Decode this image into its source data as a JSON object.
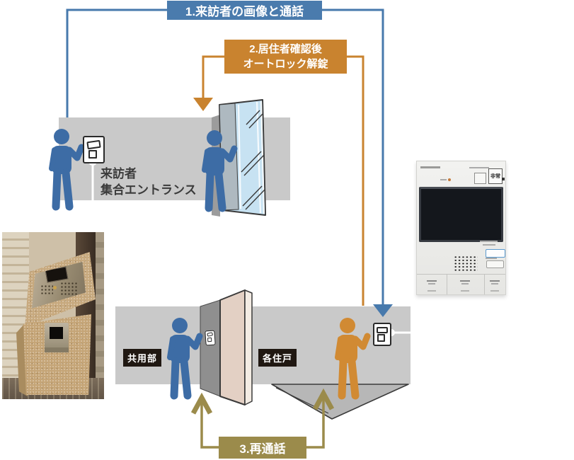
{
  "steps": {
    "step1": {
      "label": "1.来訪者の画像と通話",
      "color": "#4A7BAD"
    },
    "step2": {
      "line1": "2.居住者確認後",
      "line2": "オートロック解錠",
      "color": "#C9832F"
    },
    "step3": {
      "label": "3.再通話",
      "color": "#9B8B4B"
    }
  },
  "top_scene": {
    "caption_line1": "来訪者",
    "caption_line2": "集合エントランス"
  },
  "bottom_scene": {
    "left_tag": "共用部",
    "right_tag": "各住戸"
  },
  "monitor": {
    "emergency_button": "非常"
  },
  "colors": {
    "step1_blue": "#4A7BAD",
    "step2_orange": "#C9832F",
    "step3_olive": "#9B8B4B",
    "visitor_figure_blue": "#3D6CA5",
    "resident_figure_orange": "#D18A33",
    "wall_gray": "#C9C9C9",
    "glass_blue": "#C7E2F2",
    "dwelling_door_beige": "#E3D0C4",
    "tag_black": "#201812"
  },
  "icons": [
    "entrance-panel-icon",
    "room-station-icon",
    "dwelling-doorbell-icon",
    "glass-entrance-door",
    "dwelling-door",
    "person-visitor",
    "person-resident",
    "speaker-grid-icon",
    "emergency-button",
    "floor-wedge"
  ]
}
